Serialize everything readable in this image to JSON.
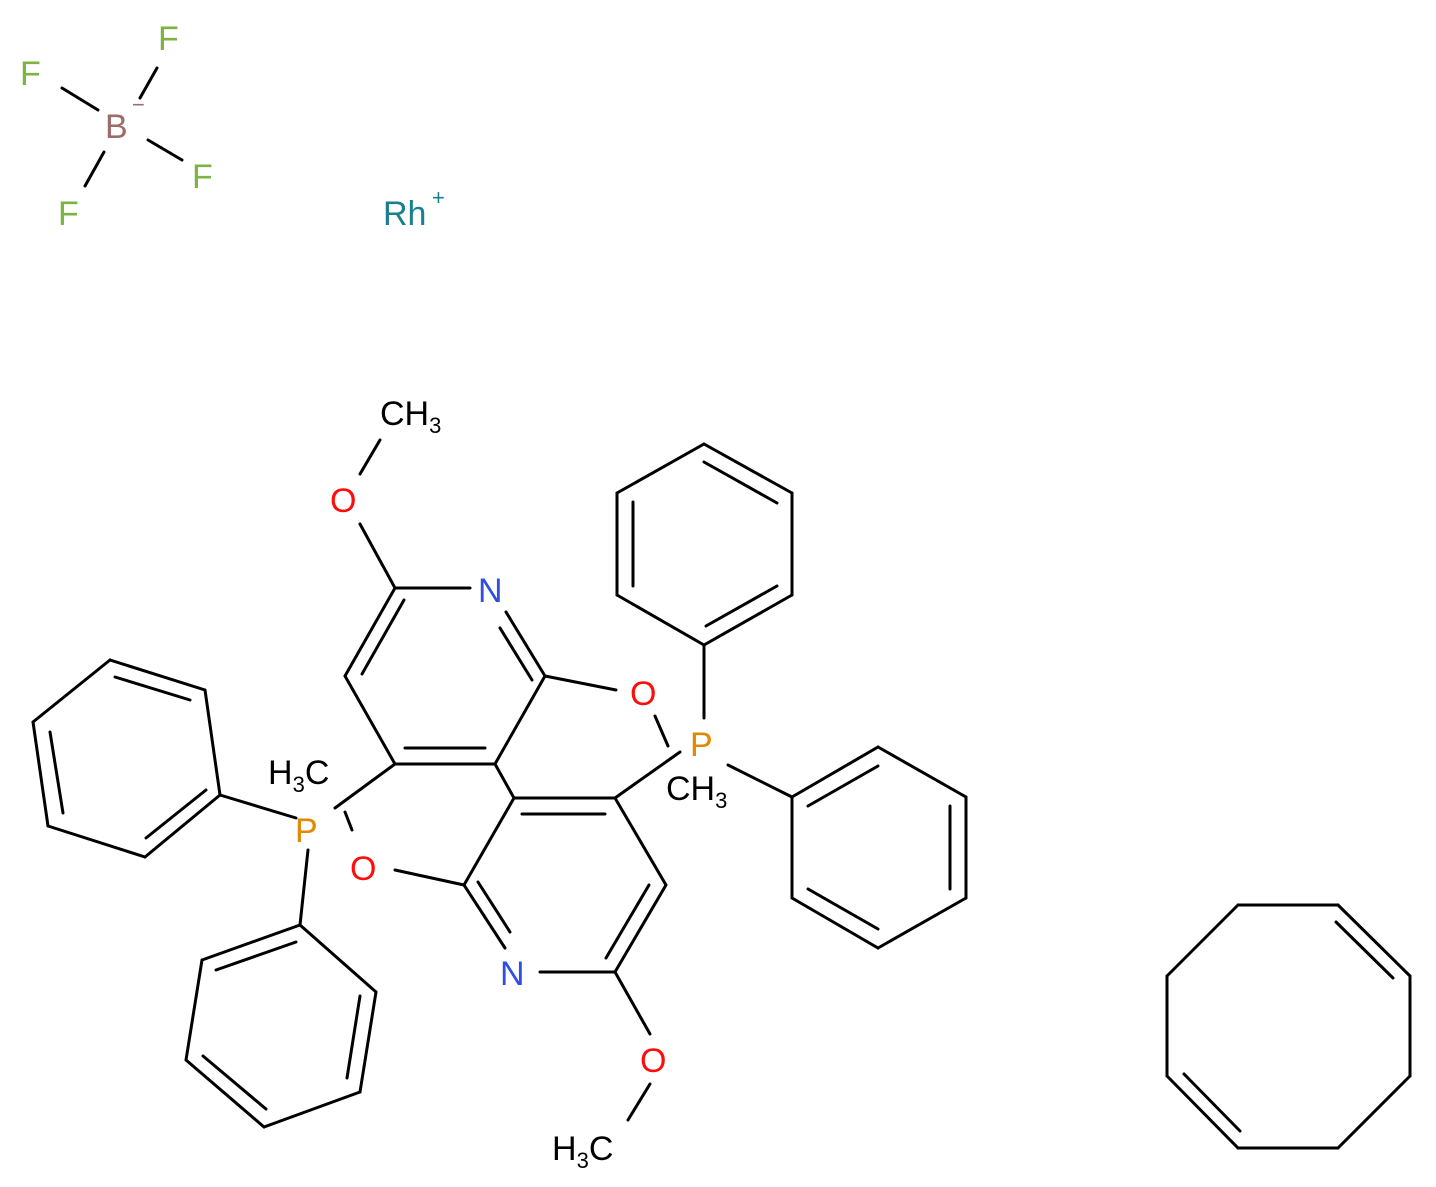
{
  "colors": {
    "bond": "#000000",
    "fluorine": "#7cb342",
    "boron": "#9e6b6b",
    "rhodium": "#1a7f8e",
    "oxygen": "#ff0d0d",
    "nitrogen": "#2f4fe0",
    "phosphorus": "#e08a00",
    "carbon": "#000000"
  },
  "labels": {
    "F": "F",
    "B": "B",
    "B_charge": "−",
    "Rh": "Rh",
    "Rh_charge": "+",
    "O": "O",
    "N": "N",
    "P": "P",
    "CH": "CH",
    "H": "H",
    "C": "C",
    "three": "3"
  }
}
